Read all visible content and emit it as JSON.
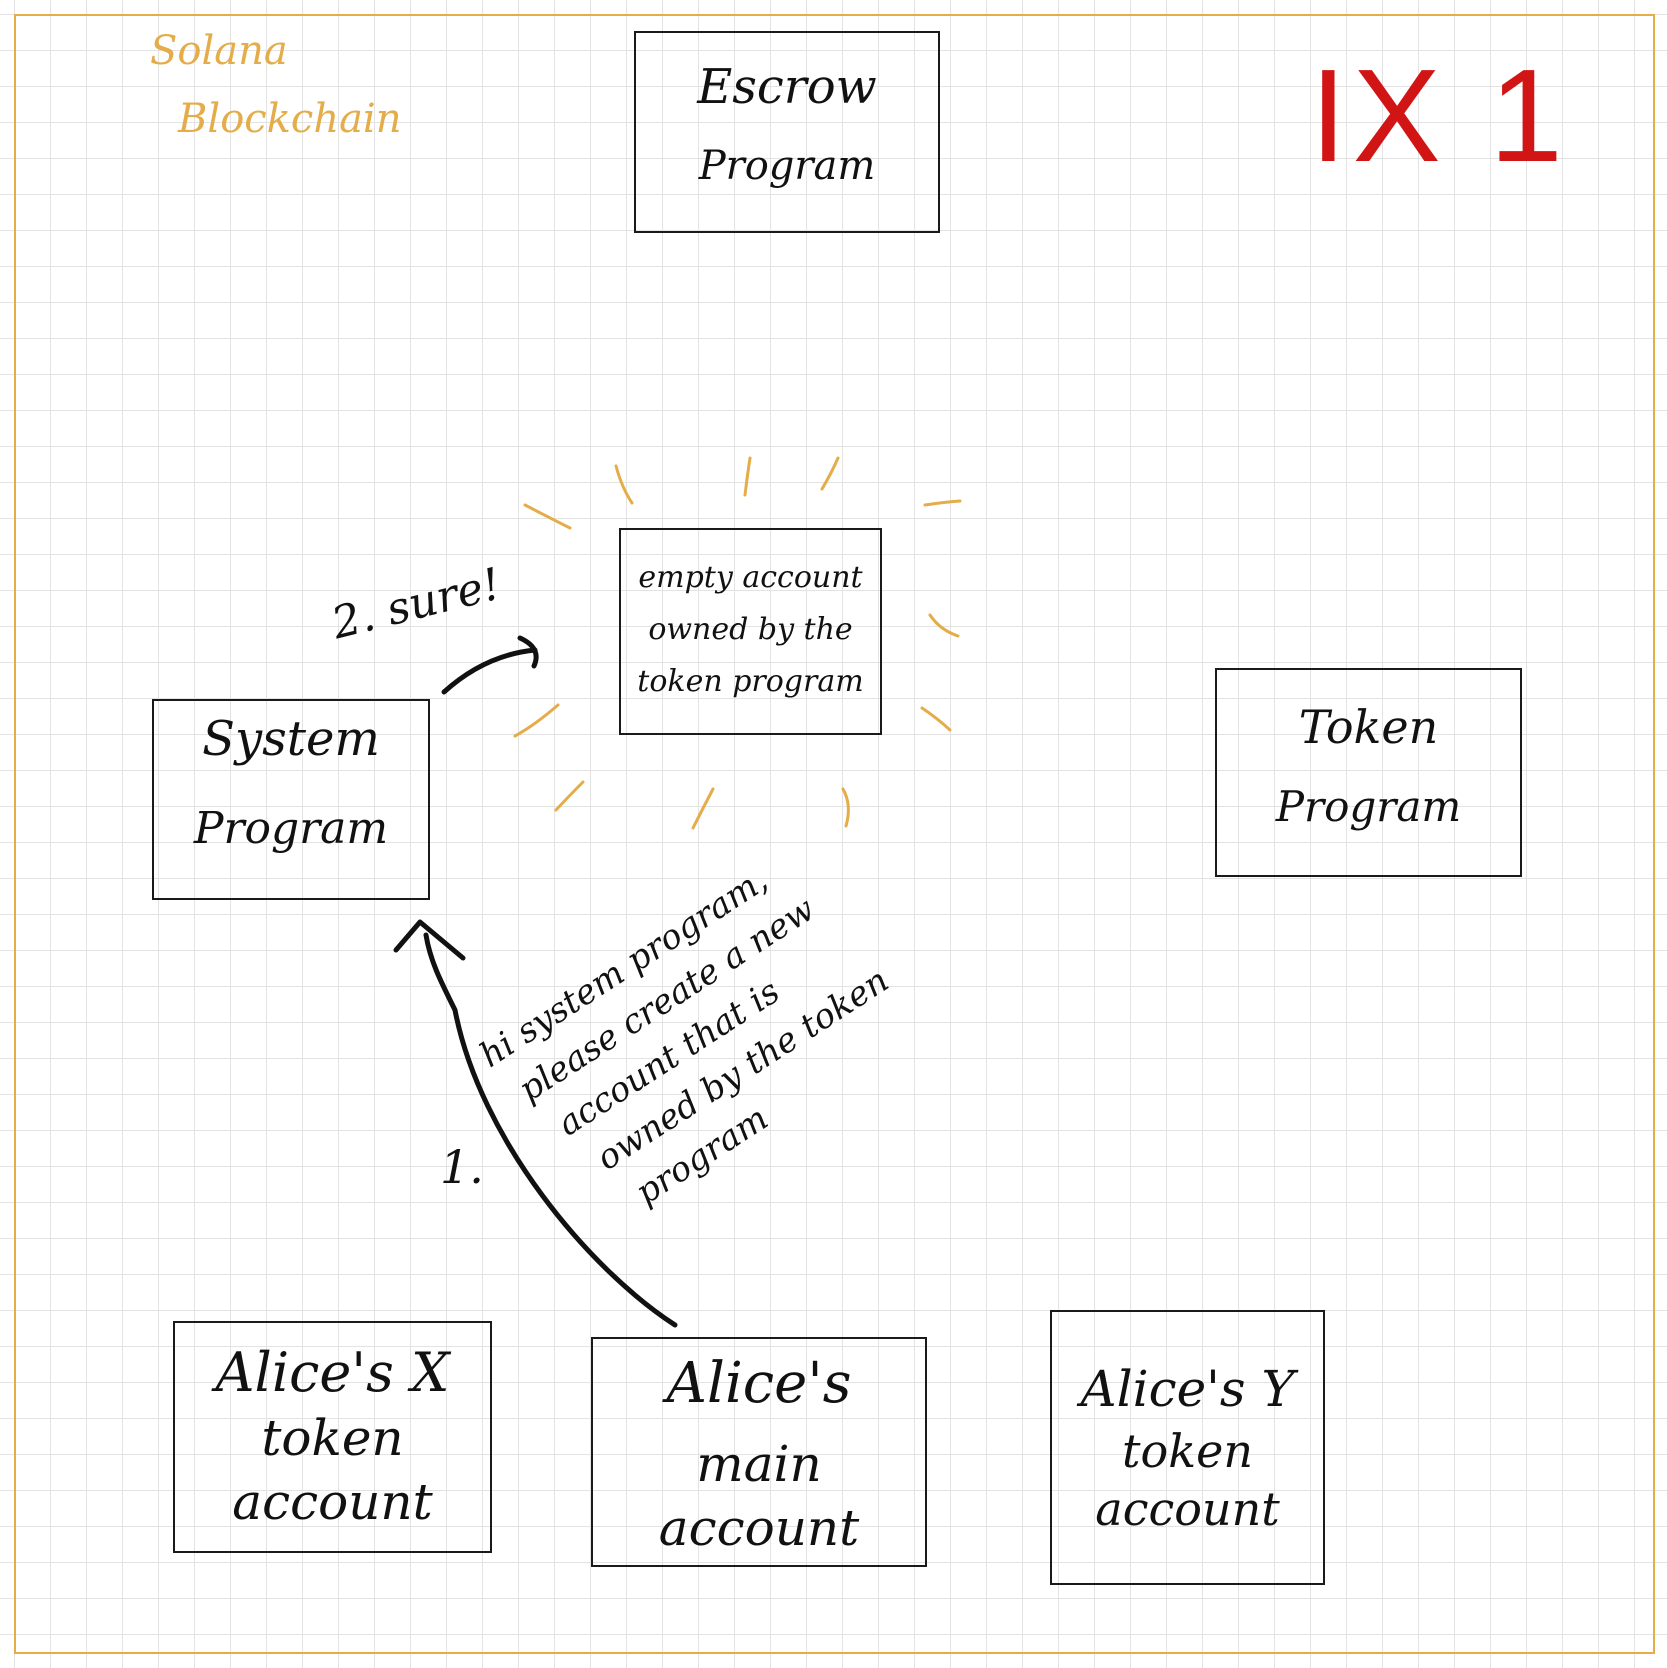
{
  "canvas_label": {
    "line1": "Solana",
    "line2": "Blockchain",
    "color": "#e4ad4a"
  },
  "step_badge": {
    "text": "IX 1",
    "color": "#d11515"
  },
  "nodes": {
    "escrow_program": {
      "line1": "Escrow",
      "line2": "Program"
    },
    "empty_account": {
      "line1": "empty account",
      "line2": "owned by the",
      "line3": "token program"
    },
    "system_program": {
      "line1": "System",
      "line2": "Program"
    },
    "token_program": {
      "line1": "Token",
      "line2": "Program"
    },
    "alice_x_token": {
      "line1": "Alice's X",
      "line2": "token",
      "line3": "account"
    },
    "alice_main": {
      "line1": "Alice's",
      "line2": "main",
      "line3": "account"
    },
    "alice_y_token": {
      "line1": "Alice's Y",
      "line2": "token",
      "line3": "account"
    }
  },
  "edges": {
    "step1": {
      "label": "1.",
      "message": [
        "hi system program,",
        "please create a new",
        "account that is",
        "owned by the token",
        "program"
      ]
    },
    "step2": {
      "label": "2. sure!"
    }
  },
  "colors": {
    "ink": "#111111",
    "accent": "#e4ad4a",
    "badge": "#d11515"
  }
}
